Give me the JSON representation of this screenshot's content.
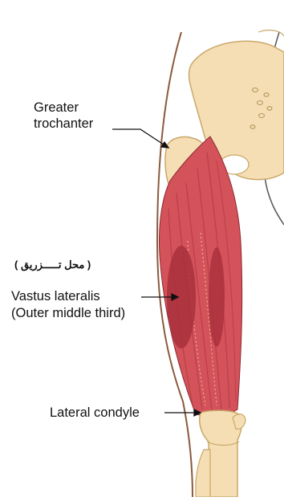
{
  "diagram": {
    "labels": {
      "greater_trochanter_line1": "Greater",
      "greater_trochanter_line2": "trochanter",
      "injection_site_arabic": "( محل تـــــزريق )",
      "vastus_lateralis": "Vastus lateralis",
      "outer_middle_third": "(Outer middle third)",
      "lateral_condyle": "Lateral condyle"
    },
    "colors": {
      "bone": "#f5deb3",
      "bone_outline": "#c9a86a",
      "muscle": "#d4525a",
      "muscle_dark": "#a8303c",
      "muscle_stripe": "#b8404a",
      "skin_line": "#8a5a3c"
    }
  }
}
